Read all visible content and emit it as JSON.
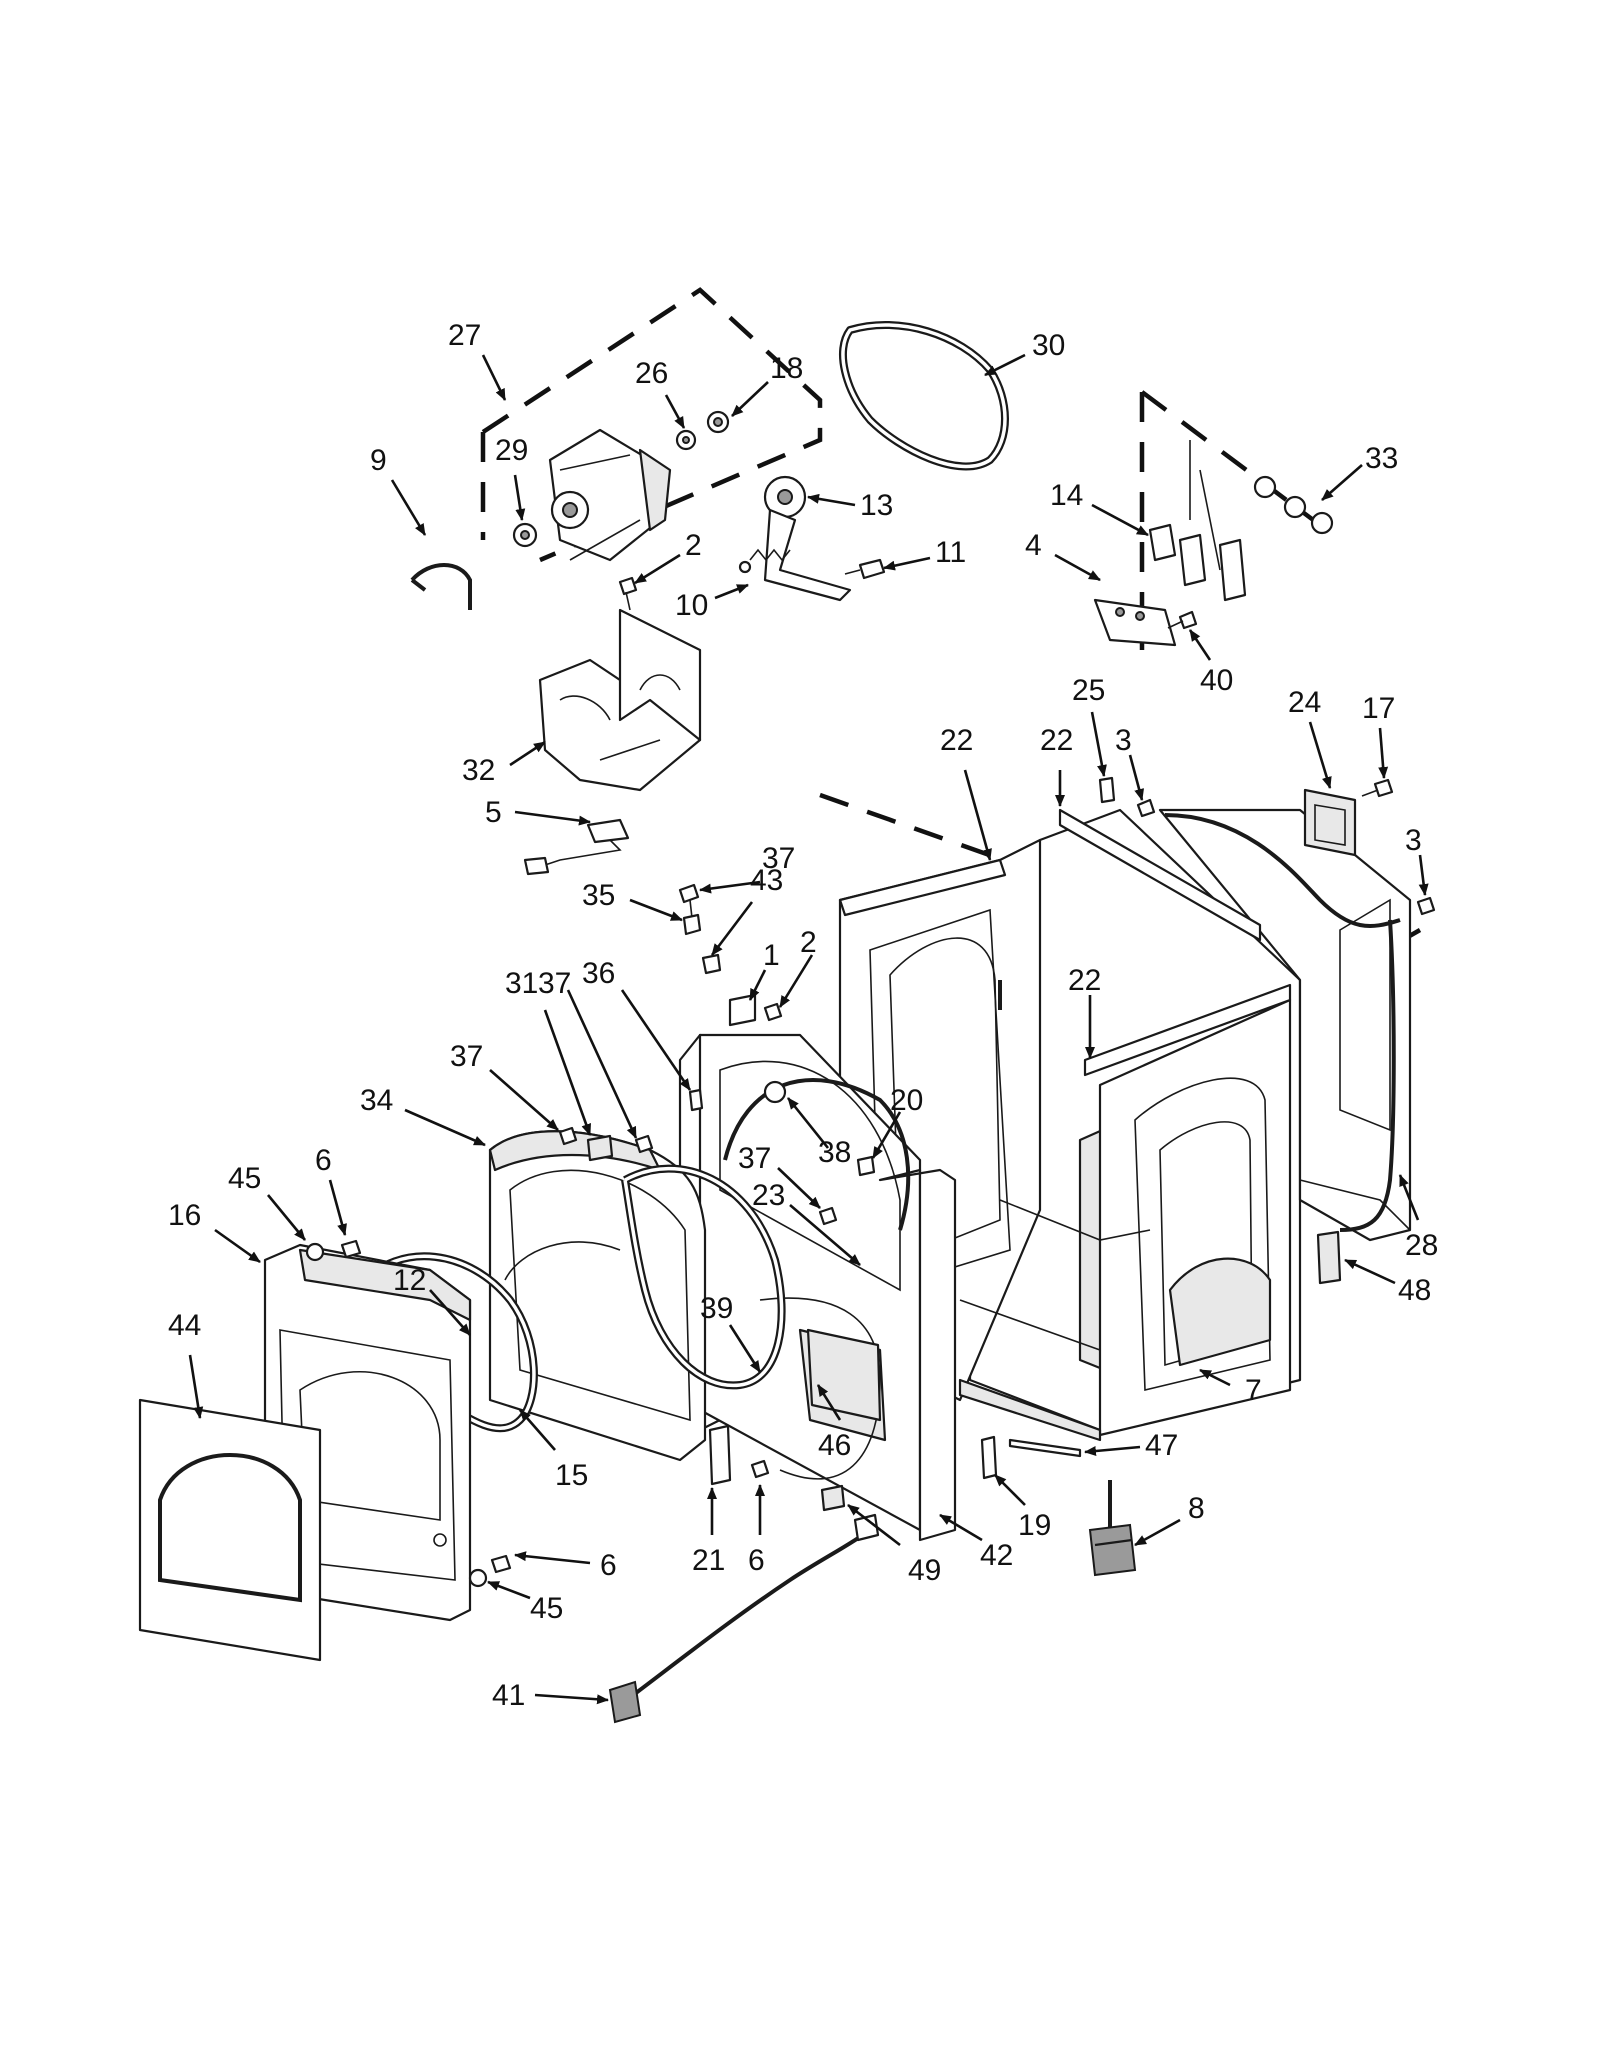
{
  "callouts": {
    "c1": "1",
    "c2a": "2",
    "c2b": "2",
    "c3a": "3",
    "c3b": "3",
    "c4": "4",
    "c5": "5",
    "c6a": "6",
    "c6b": "6",
    "c6c": "6",
    "c7": "7",
    "c8": "8",
    "c9": "9",
    "c10": "10",
    "c11": "11",
    "c12": "12",
    "c13": "13",
    "c14": "14",
    "c15": "15",
    "c16": "16",
    "c17": "17",
    "c18": "18",
    "c19": "19",
    "c20": "20",
    "c21": "21",
    "c22a": "22",
    "c22b": "22",
    "c22c": "22",
    "c23": "23",
    "c24": "24",
    "c25": "25",
    "c26": "26",
    "c27": "27",
    "c28": "28",
    "c29": "29",
    "c30": "30",
    "c31": "31",
    "c32": "32",
    "c33": "33",
    "c34": "34",
    "c35": "35",
    "c36": "36",
    "c37a": "37",
    "c37b": "37",
    "c37c": "37",
    "c37d": "37",
    "c38": "38",
    "c39": "39",
    "c40": "40",
    "c41": "41",
    "c42": "42",
    "c43": "43",
    "c44": "44",
    "c45a": "45",
    "c45b": "45",
    "c46": "46",
    "c47": "47",
    "c48": "48",
    "c49": "49"
  },
  "style": {
    "line_color": "#1a1a1a",
    "background": "#ffffff"
  }
}
